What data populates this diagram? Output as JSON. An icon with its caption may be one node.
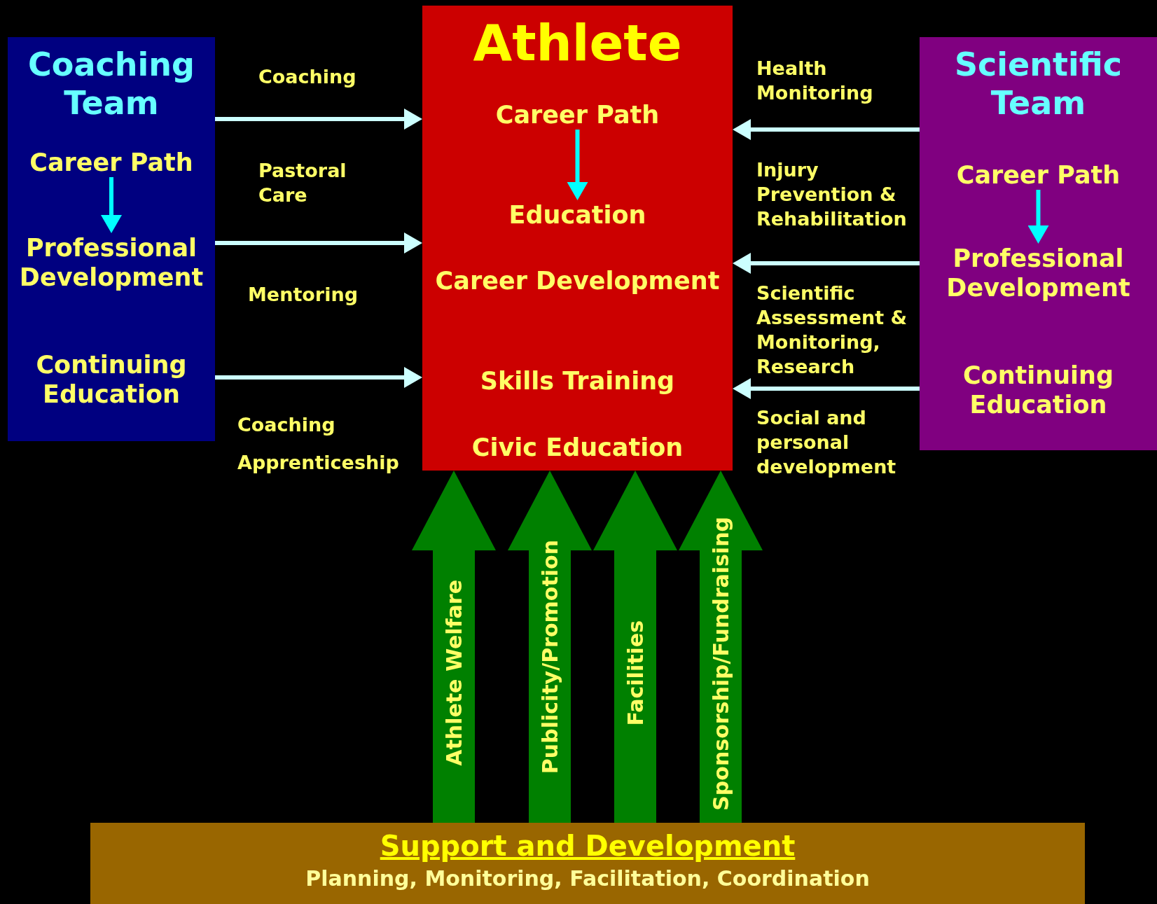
{
  "diagram": {
    "nodes": [
      {
        "text": [
          "Coaching Team"
        ]
      },
      {
        "text": [
          "Career Path"
        ],
        "in": 0
      },
      {
        "text": [
          "Professional Development"
        ],
        "in": 0
      },
      {
        "text": [
          "Continuing Education"
        ],
        "in": 0
      },
      {
        "text": [
          "Athlete"
        ]
      },
      {
        "text": [
          "Career Path"
        ],
        "in": 4
      },
      {
        "text": [
          "Education"
        ],
        "in": 4
      },
      {
        "text": [
          "Career Development"
        ],
        "in": 4
      },
      {
        "text": [
          "Skills Training"
        ],
        "in": 4
      },
      {
        "text": [
          "Civic Education"
        ],
        "in": 4
      },
      {
        "text": [
          "Scientific Team"
        ]
      },
      {
        "text": [
          "Career Path"
        ],
        "in": 10
      },
      {
        "text": [
          "Professional Development"
        ],
        "in": 10
      },
      {
        "text": [
          "Continuing Education"
        ],
        "in": 10
      },
      {
        "text": [
          "Support and Development",
          "Planning, Monitoring, Facilitation, Coordination"
        ]
      }
    ],
    "edges": [
      {
        "from": 0,
        "to": 4,
        "arrow": "to"
      },
      {
        "from": 0,
        "to": 4,
        "arrow": "to"
      },
      {
        "from": 0,
        "to": 4,
        "arrow": "to"
      },
      {
        "from": 10,
        "to": 4,
        "arrow": "to"
      },
      {
        "from": 10,
        "to": 4,
        "arrow": "to"
      },
      {
        "from": 10,
        "to": 4,
        "arrow": "to"
      },
      {
        "from": 1,
        "to": 2,
        "arrow": "to",
        "color": "#00ffff"
      },
      {
        "from": 5,
        "to": 6,
        "arrow": "to",
        "color": "#00ffff"
      },
      {
        "from": 11,
        "to": 12,
        "arrow": "to",
        "color": "#00ffff"
      },
      {
        "from": 14,
        "to": 4,
        "arrow": "to",
        "label": "Athlete Welfare",
        "style": "thick",
        "color": "#008000"
      },
      {
        "from": 14,
        "to": 4,
        "arrow": "to",
        "label": "Publicity/Promotion",
        "style": "thick",
        "color": "#008000"
      },
      {
        "from": 14,
        "to": 4,
        "arrow": "to",
        "label": "Facilities",
        "style": "thick",
        "color": "#008000"
      },
      {
        "from": 14,
        "to": 4,
        "arrow": "to",
        "label": "Sponsorship/Fundraising",
        "style": "thick",
        "color": "#008000"
      }
    ],
    "labels": [
      "Coaching",
      "Pastoral Care",
      "Mentoring",
      "Coaching Apprenticeship",
      "Health Monitoring",
      "Injury Prevention & Rehabilitation",
      "Scientific Assessment & Monitoring, Research",
      "Social and personal development"
    ]
  }
}
